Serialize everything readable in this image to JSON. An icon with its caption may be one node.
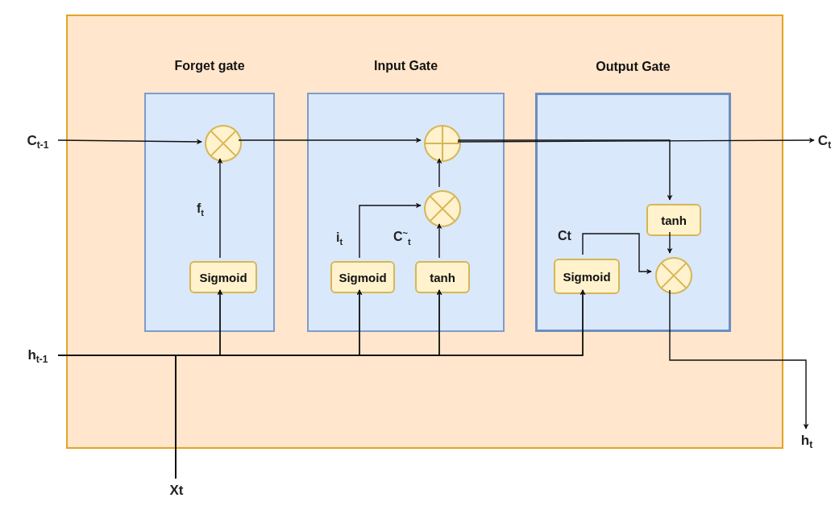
{
  "diagram": {
    "nodes": [
      {
        "text": [],
        "shape": "box"
      },
      {
        "text": [
          "Forget gate"
        ],
        "in": 0
      },
      {
        "text": [
          "Input Gate"
        ],
        "in": 0
      },
      {
        "text": [
          "Output Gate"
        ],
        "in": 0
      },
      {
        "text": [],
        "shape": "circle",
        "in": 1
      },
      {
        "text": [
          "Sigmoid"
        ],
        "in": 1
      },
      {
        "text": [],
        "shape": "circle",
        "in": 2
      },
      {
        "text": [],
        "shape": "circle",
        "in": 2
      },
      {
        "text": [
          "Sigmoid"
        ],
        "in": 2
      },
      {
        "text": [
          "tanh"
        ],
        "in": 2
      },
      {
        "text": [
          "tanh"
        ],
        "in": 3
      },
      {
        "text": [
          "Sigmoid"
        ],
        "in": 3
      },
      {
        "text": [],
        "shape": "circle",
        "in": 3
      },
      {
        "text": [
          "C$_{t-1}$"
        ]
      },
      {
        "text": [
          "h$_{t-1}$"
        ]
      },
      {
        "text": [
          "Xt"
        ]
      },
      {
        "text": [
          "C$_{t}$"
        ]
      },
      {
        "text": [
          "h$_{t}$"
        ]
      }
    ],
    "edges": [
      {
        "from": 13,
        "to": 4,
        "arrow": "to"
      },
      {
        "from": 4,
        "to": 6,
        "arrow": "to"
      },
      {
        "from": 6,
        "to": 16,
        "arrow": "to"
      },
      {
        "from": 6,
        "to": 10,
        "arrow": "to"
      },
      {
        "from": 10,
        "to": 12,
        "arrow": "to"
      },
      {
        "from": 12,
        "to": 17,
        "arrow": "to"
      },
      {
        "from": 5,
        "to": 4,
        "arrow": "to",
        "label": "f$_{t}$"
      },
      {
        "from": 8,
        "to": 7,
        "arrow": "to",
        "label": "i$_{t}$"
      },
      {
        "from": 9,
        "to": 7,
        "arrow": "to",
        "label": "C$^{~}$$_{t}$"
      },
      {
        "from": 7,
        "to": 6,
        "arrow": "to"
      },
      {
        "from": 11,
        "to": 12,
        "arrow": "to",
        "label": "Ct"
      },
      {
        "from": 14,
        "to": 5,
        "arrow": "to"
      },
      {
        "from": 14,
        "to": 8,
        "arrow": "to"
      },
      {
        "from": 14,
        "to": 9,
        "arrow": "to"
      },
      {
        "from": 14,
        "to": 11,
        "arrow": "to"
      },
      {
        "from": 15,
        "to": 5,
        "arrow": "to"
      },
      {
        "from": 15,
        "to": 8,
        "arrow": "to"
      },
      {
        "from": 15,
        "to": 9,
        "arrow": "to"
      },
      {
        "from": 15,
        "to": 11,
        "arrow": "to"
      }
    ]
  }
}
